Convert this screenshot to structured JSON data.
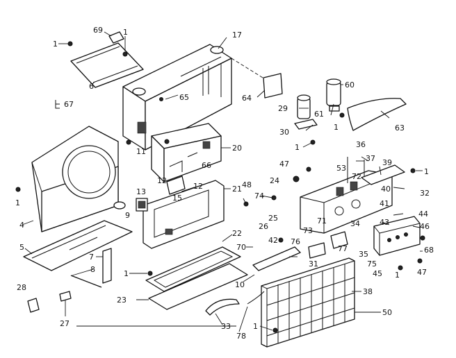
{
  "labels": [
    {
      "id": "p1a",
      "text": "1"
    },
    {
      "id": "p69",
      "text": "69"
    },
    {
      "id": "p1b",
      "text": "1"
    },
    {
      "id": "p6",
      "text": "6"
    },
    {
      "id": "p17",
      "text": "17"
    },
    {
      "id": "p67",
      "text": "67"
    },
    {
      "id": "p65",
      "text": "65"
    },
    {
      "id": "p64",
      "text": "64"
    },
    {
      "id": "p60",
      "text": "60"
    },
    {
      "id": "p29",
      "text": "29"
    },
    {
      "id": "p61",
      "text": "61"
    },
    {
      "id": "p63",
      "text": "63"
    },
    {
      "id": "p11",
      "text": "11"
    },
    {
      "id": "p20",
      "text": "20"
    },
    {
      "id": "p30",
      "text": "30"
    },
    {
      "id": "p1c",
      "text": "1"
    },
    {
      "id": "p1d",
      "text": "1"
    },
    {
      "id": "p66",
      "text": "66"
    },
    {
      "id": "p36",
      "text": "36"
    },
    {
      "id": "p37",
      "text": "37"
    },
    {
      "id": "p47a",
      "text": "47"
    },
    {
      "id": "p53",
      "text": "53"
    },
    {
      "id": "p39",
      "text": "39"
    },
    {
      "id": "p1e",
      "text": "1"
    },
    {
      "id": "p72",
      "text": "72"
    },
    {
      "id": "p12a",
      "text": "12"
    },
    {
      "id": "p12b",
      "text": "12"
    },
    {
      "id": "p21",
      "text": "21"
    },
    {
      "id": "p48",
      "text": "48"
    },
    {
      "id": "p24",
      "text": "24"
    },
    {
      "id": "p40",
      "text": "40"
    },
    {
      "id": "p32",
      "text": "32"
    },
    {
      "id": "p1f",
      "text": "1"
    },
    {
      "id": "p13",
      "text": "13"
    },
    {
      "id": "p15",
      "text": "15"
    },
    {
      "id": "p74",
      "text": "74"
    },
    {
      "id": "p9",
      "text": "9"
    },
    {
      "id": "p41",
      "text": "41"
    },
    {
      "id": "p44",
      "text": "44"
    },
    {
      "id": "p4",
      "text": "4"
    },
    {
      "id": "p71",
      "text": "71"
    },
    {
      "id": "p25",
      "text": "25"
    },
    {
      "id": "p43",
      "text": "43"
    },
    {
      "id": "p26",
      "text": "26"
    },
    {
      "id": "p73",
      "text": "73"
    },
    {
      "id": "p34",
      "text": "34"
    },
    {
      "id": "p46",
      "text": "46"
    },
    {
      "id": "p22",
      "text": "22"
    },
    {
      "id": "p42",
      "text": "42"
    },
    {
      "id": "p76",
      "text": "76"
    },
    {
      "id": "p77",
      "text": "77"
    },
    {
      "id": "p5",
      "text": "5"
    },
    {
      "id": "p70",
      "text": "70"
    },
    {
      "id": "p7",
      "text": "7"
    },
    {
      "id": "p68",
      "text": "68"
    },
    {
      "id": "p35",
      "text": "35"
    },
    {
      "id": "p75",
      "text": "75"
    },
    {
      "id": "p31",
      "text": "31"
    },
    {
      "id": "p47b",
      "text": "47"
    },
    {
      "id": "p8",
      "text": "8"
    },
    {
      "id": "p1g",
      "text": "1"
    },
    {
      "id": "p45",
      "text": "45"
    },
    {
      "id": "p1h",
      "text": "1"
    },
    {
      "id": "p10",
      "text": "10"
    },
    {
      "id": "p38",
      "text": "38"
    },
    {
      "id": "p28",
      "text": "28"
    },
    {
      "id": "p23",
      "text": "23"
    },
    {
      "id": "p50",
      "text": "50"
    },
    {
      "id": "p27",
      "text": "27"
    },
    {
      "id": "p33",
      "text": "33"
    },
    {
      "id": "p78",
      "text": "78"
    },
    {
      "id": "p1i",
      "text": "1"
    }
  ]
}
